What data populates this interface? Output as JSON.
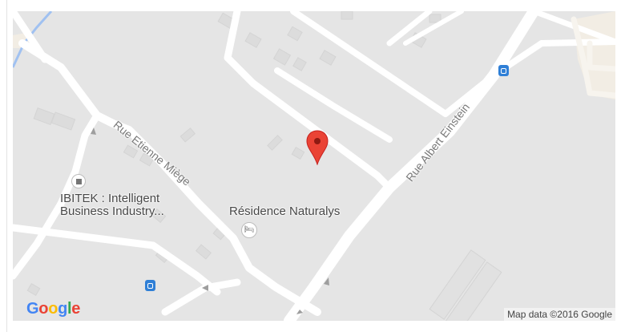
{
  "labels": {
    "ibitek_line1": "IBITEK : Intelligent",
    "ibitek_line2": "Business Industry...",
    "residence": "Résidence Naturalys",
    "rue_etienne": "Rue Etienne Miège",
    "rue_albert": "Rue Albert Einstein"
  },
  "attribution": "Map data ©2016 Google",
  "logo": {
    "letters": [
      "G",
      "o",
      "o",
      "g",
      "l",
      "e"
    ],
    "colors": [
      "#4285f4",
      "#ea4335",
      "#fbbc05",
      "#4285f4",
      "#34a853",
      "#ea4335"
    ]
  },
  "colors": {
    "background": "#e5e5e5",
    "road": "#ffffff",
    "water": "#a0c1f1",
    "pin": "#ea4335",
    "bus": "#2f7fd6"
  },
  "icons": {
    "marker": "map-pin-icon",
    "lodging": "bed-icon",
    "office": "square-poi-icon",
    "transit": "bus-stop-icon"
  }
}
